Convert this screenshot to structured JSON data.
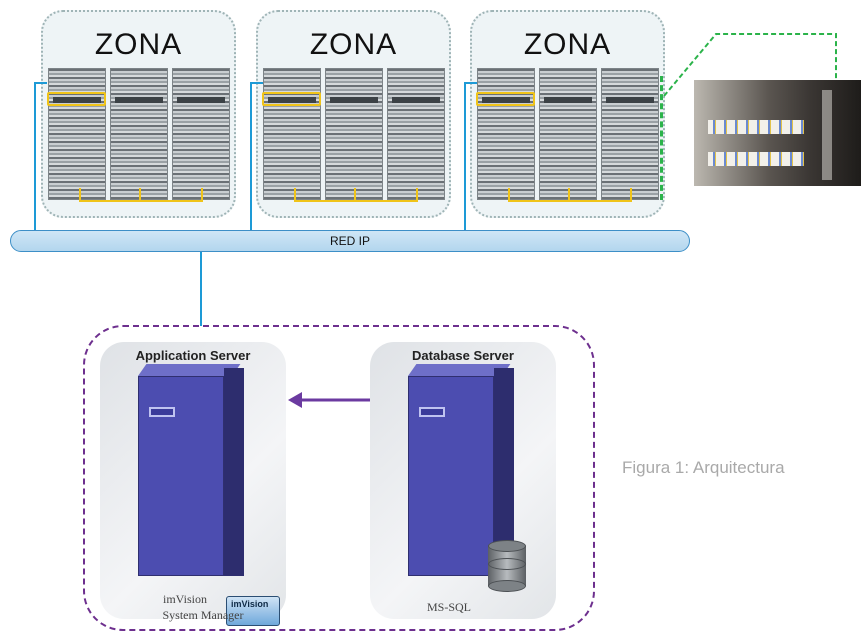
{
  "zones": [
    {
      "label": "ZONA"
    },
    {
      "label": "ZONA"
    },
    {
      "label": "ZONA"
    }
  ],
  "network": {
    "label": "RED IP"
  },
  "servers": {
    "application": {
      "title": "Application Server",
      "product_line1": "imVision",
      "product_line2": "System Manager",
      "logo_text": "imVision"
    },
    "database": {
      "title": "Database Server",
      "db_label": "MS-SQL"
    }
  },
  "figure_caption": "Figura 1: Arquitectura",
  "colors": {
    "zone_border": "#9fb4b6",
    "yellow_highlight": "#f0c419",
    "network_blue": "#1d9ad6",
    "server_group_border": "#6d2f8e",
    "bidirectional_arrow": "#6b3aa0",
    "callout_green": "#2bb34a"
  }
}
